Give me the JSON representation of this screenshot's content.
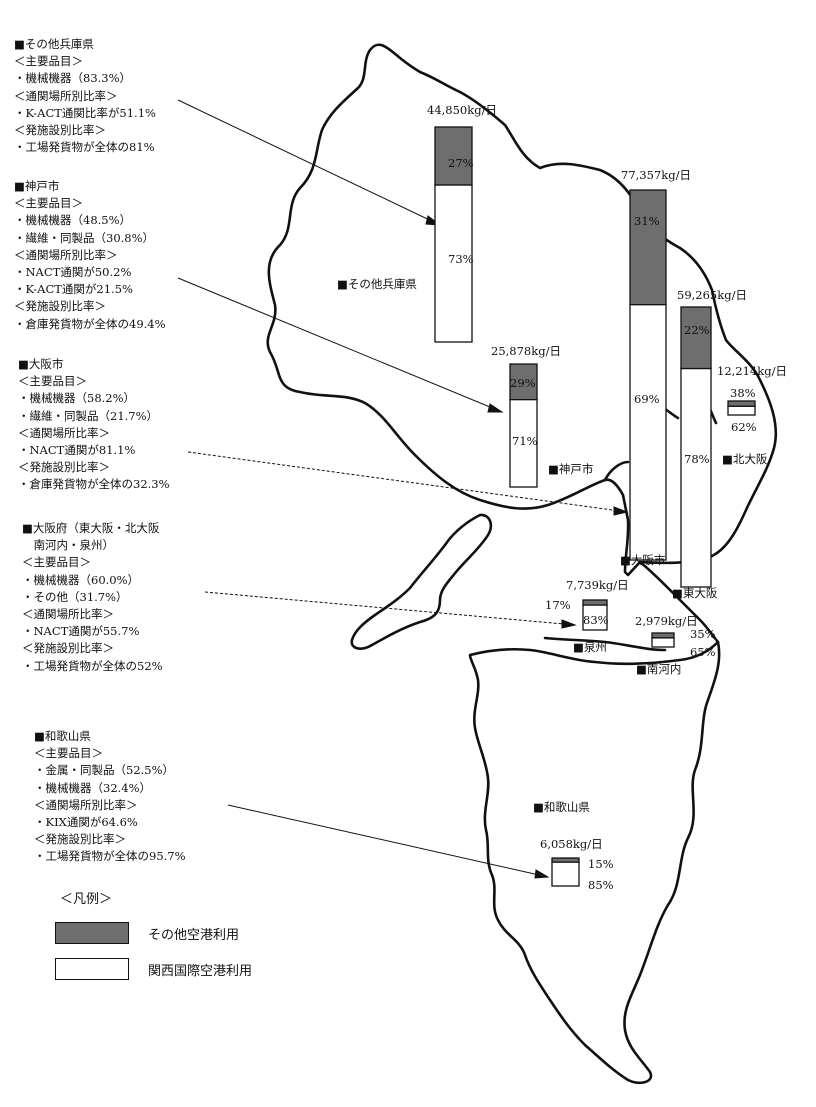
{
  "text_blocks": {
    "hyogo_other": [
      "■その他兵庫県",
      "＜主要品目＞",
      "・機械機器（83.3%）",
      "＜通関場所別比率＞",
      "・K-ACT通関比率が51.1%",
      "＜発施設別比率＞",
      "・工場発貨物が全体の81%"
    ],
    "kobe": [
      "■神戸市",
      "＜主要品目＞",
      "・機械機器（48.5%）",
      "・繊維・同製品（30.8%）",
      "＜通関場所別比率＞",
      "・NACT通関が50.2%",
      "・K-ACT通関が21.5%",
      "＜発施設別比率＞",
      "・倉庫発貨物が全体の49.4%"
    ],
    "osaka_city": [
      "■大阪市",
      "＜主要品目＞",
      "・機械機器（58.2%）",
      "・繊維・同製品（21.7%）",
      "＜通関場所比率＞",
      "・NACT通関が81.1%",
      "＜発施設別比率＞",
      "・倉庫発貨物が全体の32.3%"
    ],
    "osaka_pref": [
      "■大阪府（東大阪・北大阪",
      "　南河内・泉州）",
      "＜主要品目＞",
      "・機械機器（60.0%）",
      "・その他（31.7%）",
      "＜通関場所比率＞",
      "・NACT通関が55.7%",
      "＜発施設別比率＞",
      "・工場発貨物が全体の52%"
    ],
    "wakayama": [
      "■和歌山県",
      "＜主要品目＞",
      "・金属・同製品（52.5%）",
      "・機械機器（32.4%）",
      "＜通関場所別比率＞",
      "・KIX通関が64.6%",
      "＜発施設別比率＞",
      "・工場発貨物が全体の95.7%"
    ]
  },
  "regions": [
    {
      "key": "hyogo_other",
      "name": "■その他兵庫県",
      "volume": "44,850kg/日",
      "other_pct": "27%",
      "kix_pct": "73%",
      "other_value": 27,
      "kix_value": 73
    },
    {
      "key": "kobe",
      "name": "■神戸市",
      "volume": "25,878kg/日",
      "other_pct": "29%",
      "kix_pct": "71%",
      "other_value": 29,
      "kix_value": 71
    },
    {
      "key": "osaka_city",
      "name": "■大阪市",
      "volume": "77,357kg/日",
      "other_pct": "31%",
      "kix_pct": "69%",
      "other_value": 31,
      "kix_value": 69
    },
    {
      "key": "higashi_osaka",
      "name": "■東大阪",
      "volume": "59,265kg/日",
      "other_pct": "22%",
      "kix_pct": "78%",
      "other_value": 22,
      "kix_value": 78
    },
    {
      "key": "kita_osaka",
      "name": "■北大阪",
      "volume": "12,214kg/日",
      "other_pct": "38%",
      "kix_pct": "62%",
      "other_value": 38,
      "kix_value": 62
    },
    {
      "key": "senshu",
      "name": "■泉州",
      "volume": "7,739kg/日",
      "other_pct": "17%",
      "kix_pct": "83%",
      "other_value": 17,
      "kix_value": 83
    },
    {
      "key": "minami_kawachi",
      "name": "■南河内",
      "volume": "2,979kg/日",
      "other_pct": "35%",
      "kix_pct": "65%",
      "other_value": 35,
      "kix_value": 65
    },
    {
      "key": "wakayama",
      "name": "■和歌山県",
      "volume": "6,058kg/日",
      "other_pct": "15%",
      "kix_pct": "85%",
      "other_value": 15,
      "kix_value": 85
    }
  ],
  "legend": {
    "title": "＜凡例＞",
    "other_label": "その他空港利用",
    "kix_label": "関西国際空港利用",
    "other_color": "#6e6e6e",
    "kix_color": "#ffffff"
  }
}
